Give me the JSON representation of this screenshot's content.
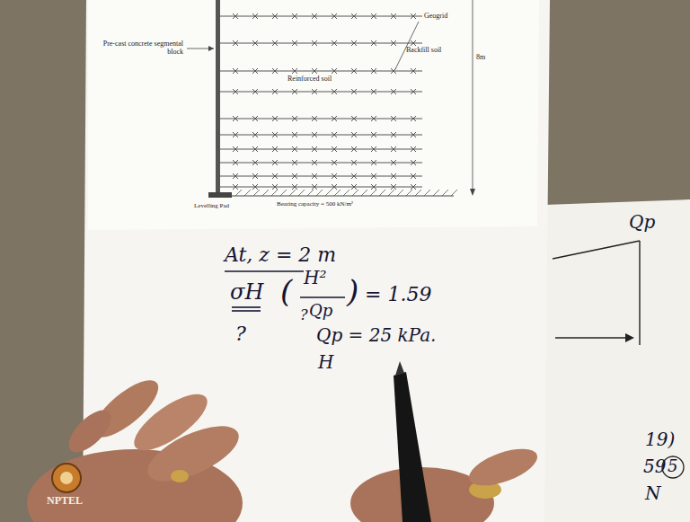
{
  "diagram": {
    "labels": [
      "Pre-cast concrete segmental block",
      "Geogrid",
      "Reinforced soil",
      "Backfill soil",
      "8m",
      "Levelling Pad",
      "Bearing capacity = 500 kN/m²",
      "At, z = 2 m",
      "σH",
      "(",
      "H²",
      "Qp",
      ")",
      "= 1.59",
      "?",
      "?",
      "Qp = 25 kPa.",
      "H",
      "Qp",
      "19)",
      "59",
      "N",
      "5",
      "NPTEL"
    ]
  }
}
